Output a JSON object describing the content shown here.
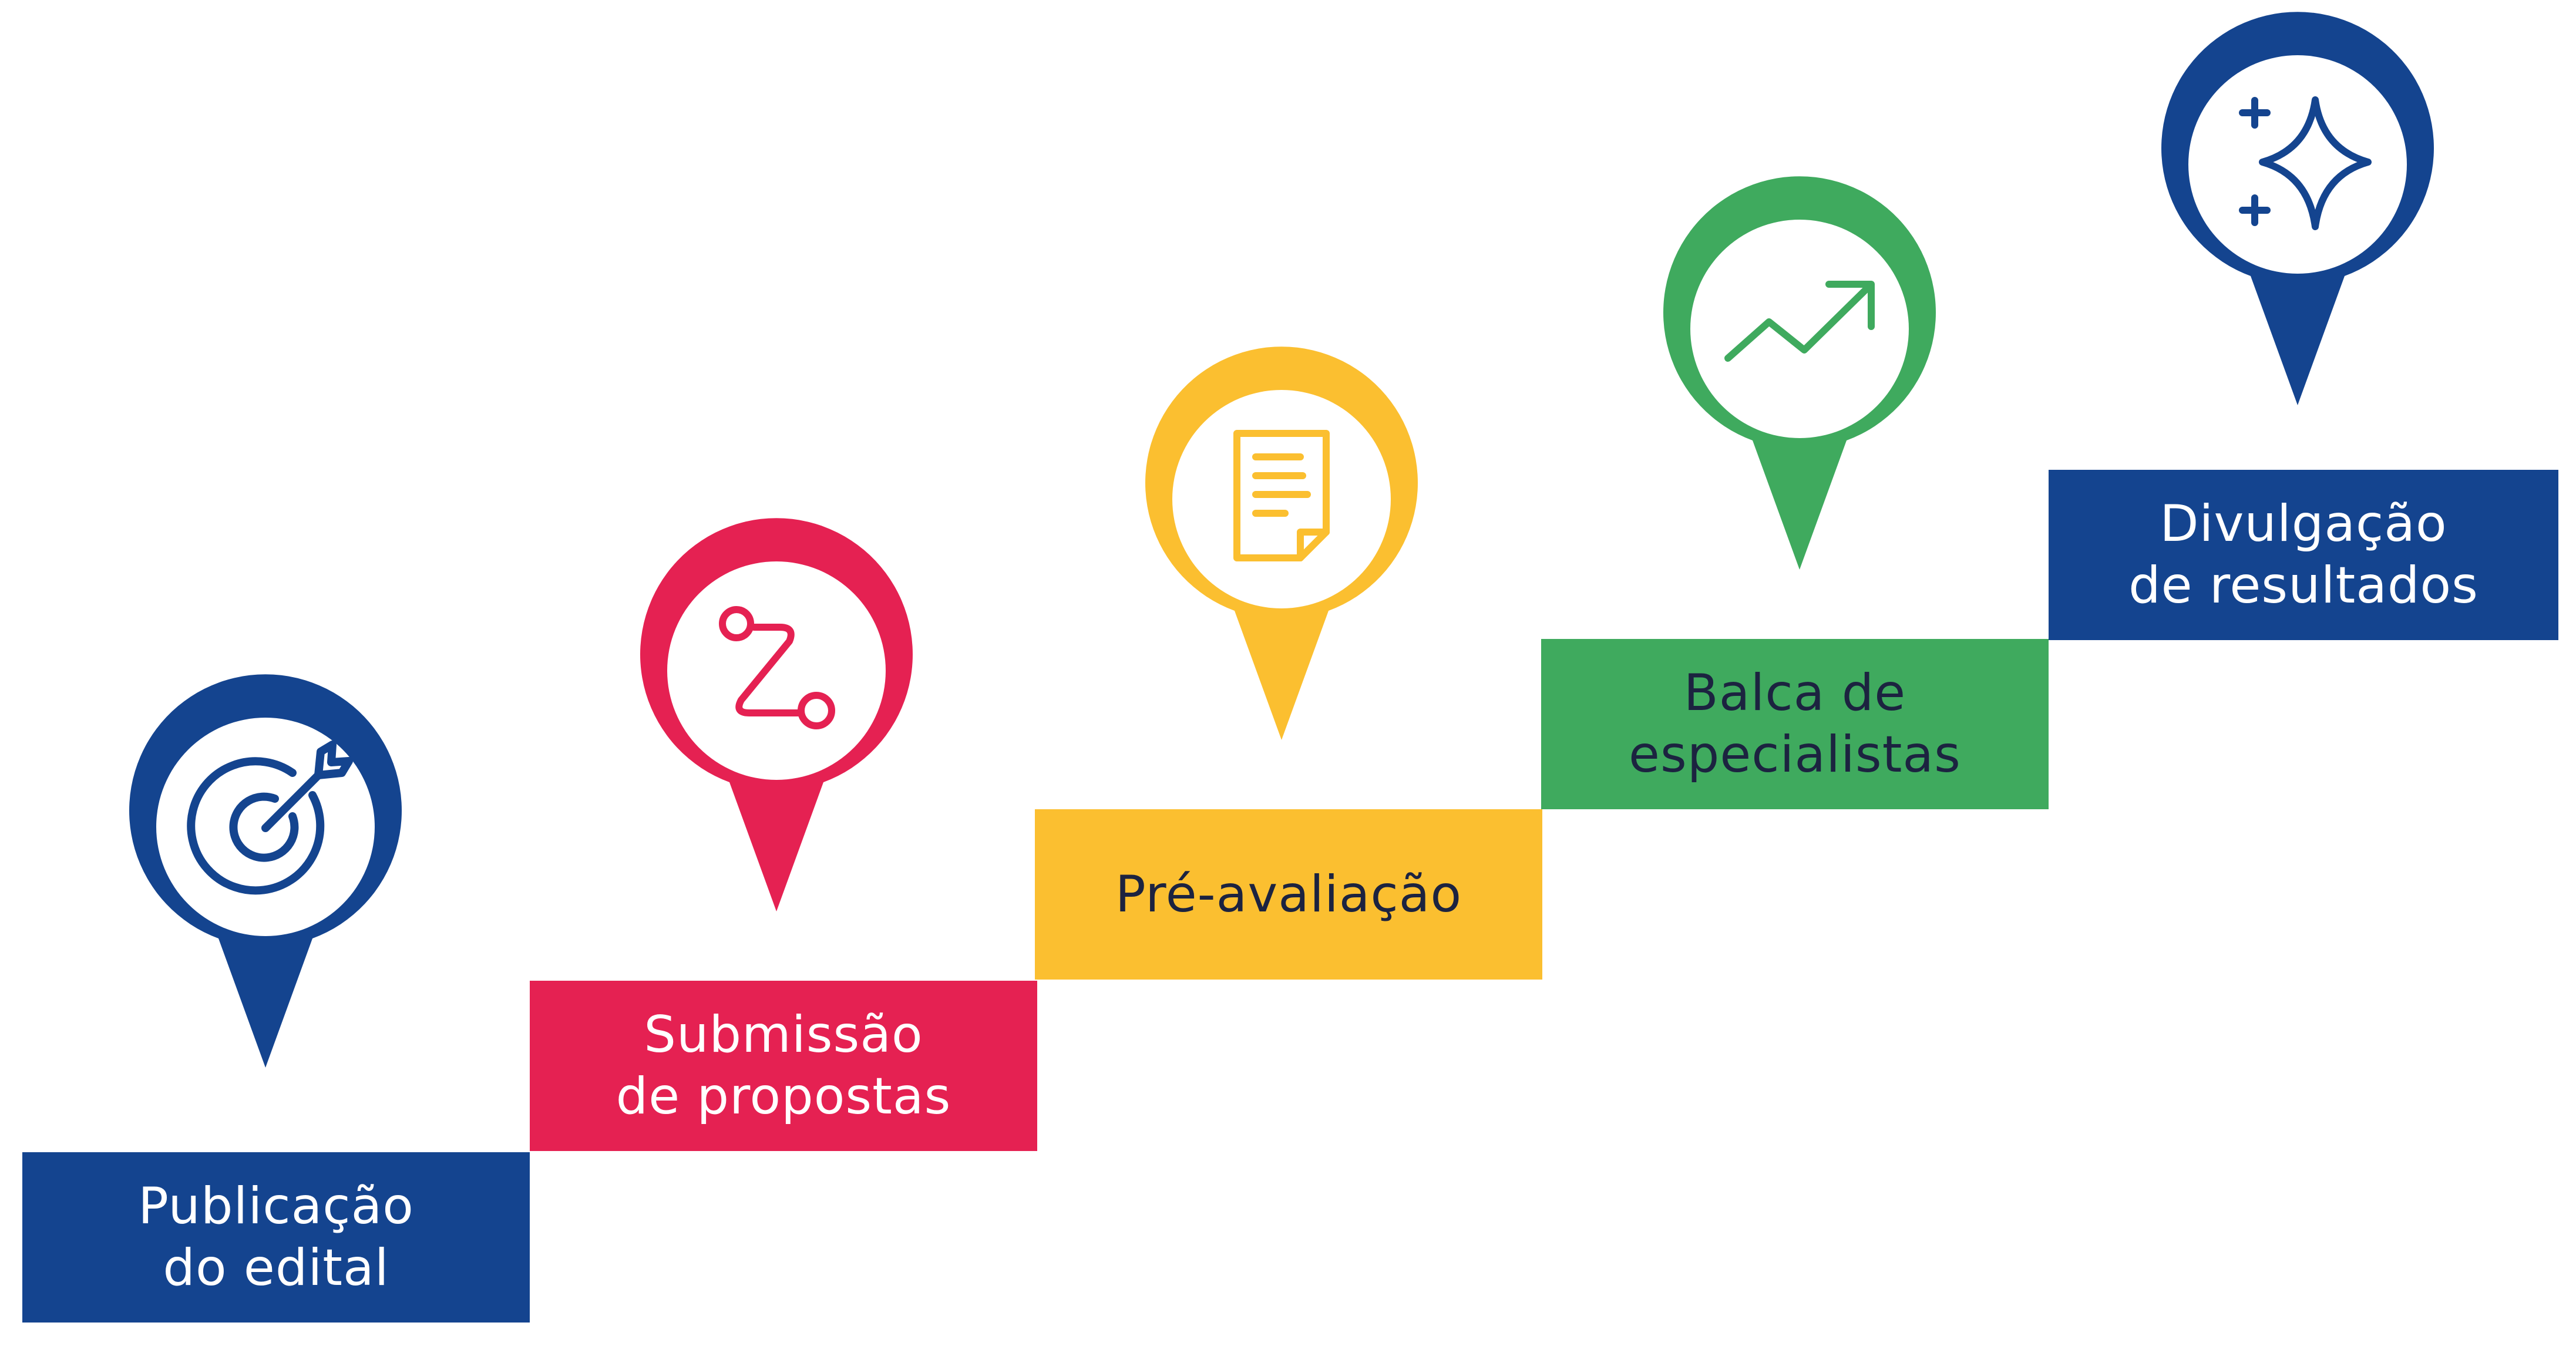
{
  "diagram": {
    "steps": [
      {
        "label": "Publicação\ndo edital",
        "box_color": "#14448F",
        "text_color": "#FFFFFF",
        "pin_color": "#14448F",
        "icon": "target-arrow-icon"
      },
      {
        "label": "Submissão\nde propostas",
        "box_color": "#E52152",
        "text_color": "#FFFFFF",
        "pin_color": "#E52152",
        "icon": "route-icon"
      },
      {
        "label": "Pré-avaliação",
        "box_color": "#FBBF30",
        "text_color": "#1C2340",
        "pin_color": "#FBBF30",
        "icon": "document-icon"
      },
      {
        "label": "Balca de\nespecialistas",
        "box_color": "#3FAA5E",
        "text_color": "#1C2340",
        "pin_color": "#3FAA5E",
        "icon": "trend-up-icon"
      },
      {
        "label": "Divulgação\nde resultados",
        "box_color": "#14448F",
        "text_color": "#FFFFFF",
        "pin_color": "#14448F",
        "icon": "sparkle-icon"
      }
    ]
  }
}
